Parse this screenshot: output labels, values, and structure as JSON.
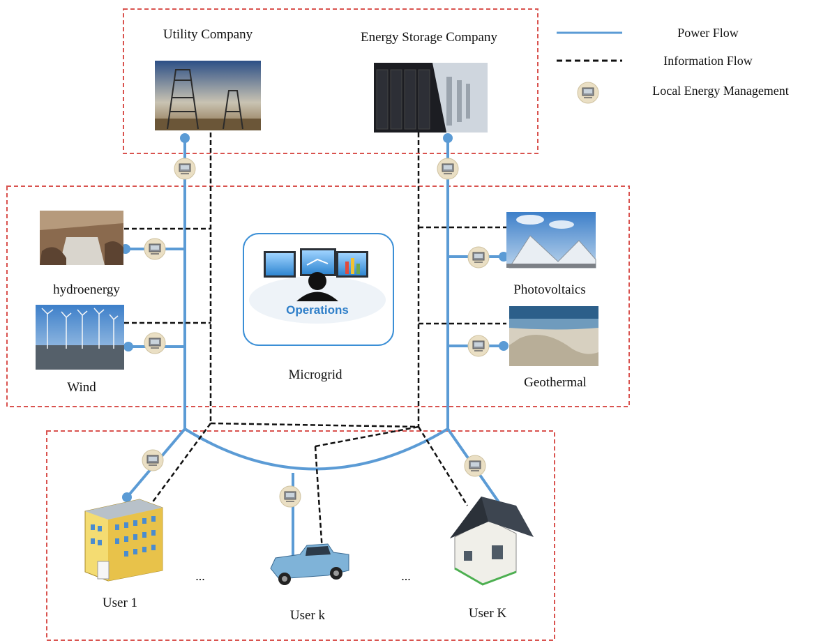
{
  "legend": {
    "power_flow": "Power Flow",
    "information_flow": "Information Flow",
    "local_energy_management": "Local Energy Management"
  },
  "top": {
    "utility_company": "Utility Company",
    "energy_storage_company": "Energy Storage Company"
  },
  "microgrid": {
    "label": "Microgrid",
    "operations": "Operations",
    "hydroenergy": "hydroenergy",
    "wind": "Wind",
    "photovoltaics": "Photovoltaics",
    "geothermal": "Geothermal"
  },
  "users": {
    "user1": "User 1",
    "userk": "User k",
    "userK": "User K",
    "ellipsis": "..."
  },
  "colors": {
    "power_line": "#5b9bd5",
    "info_line": "#111111",
    "region_border": "#d9534f",
    "meter": "#e8dcc0"
  }
}
